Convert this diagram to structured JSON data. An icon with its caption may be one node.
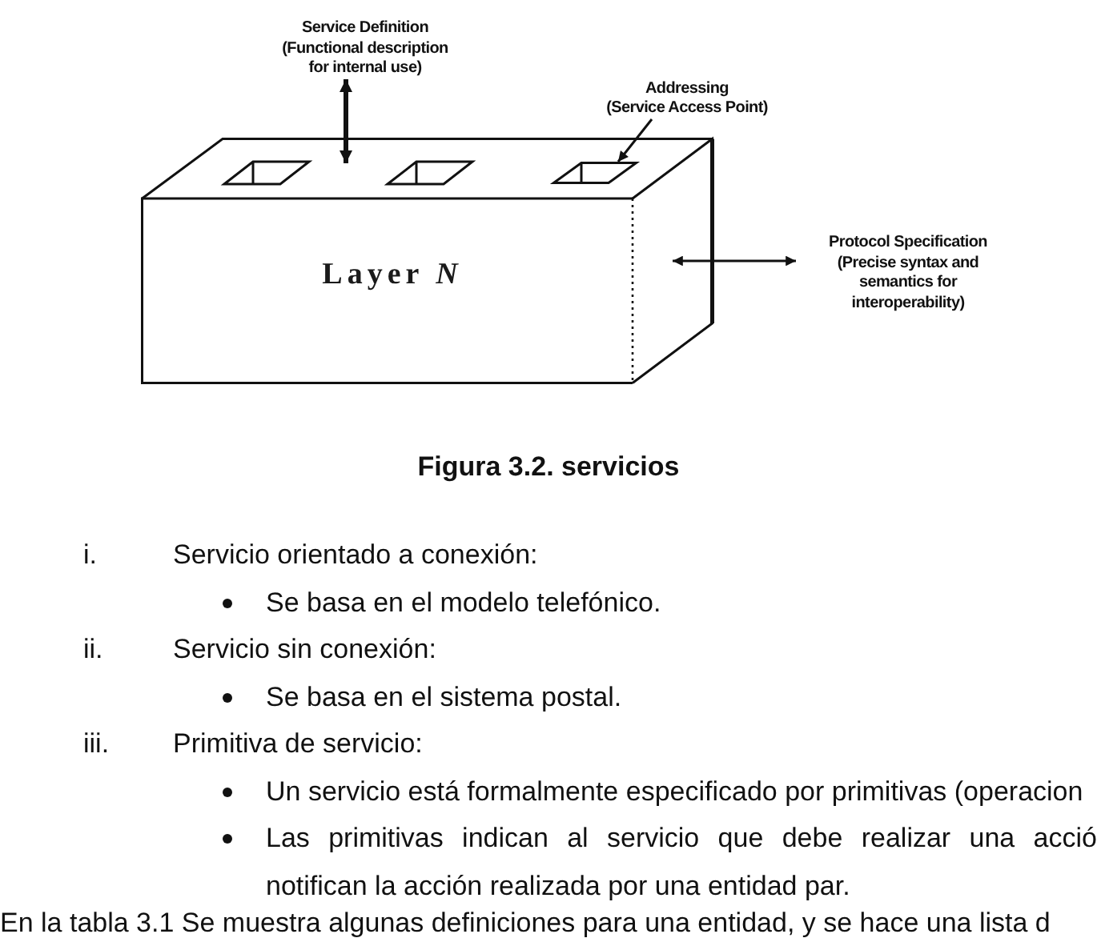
{
  "diagram": {
    "caption": "Figura 3.2. servicios",
    "nodes": [
      {
        "text": [
          "Service Definition",
          "(Functional description for internal use)"
        ]
      },
      {
        "text": [
          "Addressing",
          "(Service Access Point)"
        ]
      },
      {
        "text": [
          "Layer *N*"
        ]
      },
      {
        "text": [],
        "shape": "parallelogram",
        "in": 2
      },
      {
        "text": [
          "Protocol Specification",
          "(Precise syntax and semantics for interoperability)"
        ]
      }
    ],
    "edges": [
      {
        "from": 0,
        "to": 2,
        "arrow": "both",
        "style": "thick"
      },
      {
        "from": 1,
        "to": 3,
        "arrow": "to"
      },
      {
        "from": 4,
        "to": 2,
        "arrow": "both"
      }
    ],
    "labels": [
      "i.",
      "Servicio orientado a conexión:",
      "Se basa en el modelo telefónico.",
      "ii.",
      "Servicio sin conexión:",
      "Se basa en el sistema postal.",
      "iii.",
      "Primitiva de servicio:",
      "Un servicio está formalmente especificado por primitivas (operacion",
      "Las primitivas indican al servicio que debe realizar una acció notifican la acción realizada por una entidad par.",
      "En la tabla 3.1 Se muestra algunas definiciones para una entidad, y se hace una lista d"
    ]
  }
}
